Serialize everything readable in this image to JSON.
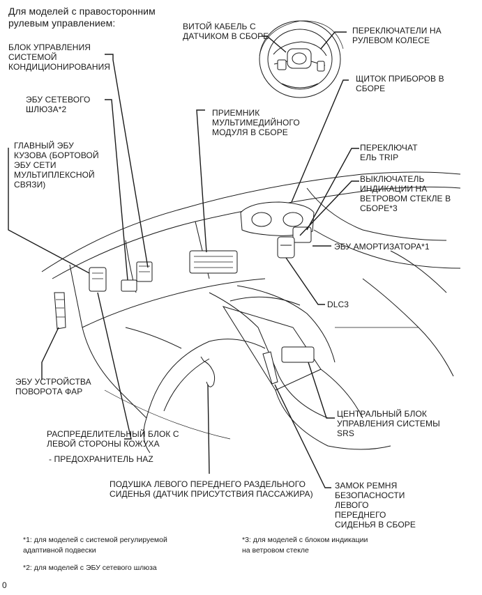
{
  "header": {
    "line1": "Для моделей с правосторонним",
    "line2": "рулевым управлением:"
  },
  "labels": {
    "spiral_cable": [
      "ВИТОЙ КАБЕЛЬ С",
      "ДАТЧИКОМ В СБОРЕ"
    ],
    "steering_switches": [
      "ПЕРЕКЛЮЧАТЕЛИ НА",
      "РУЛЕВОМ КОЛЕСЕ"
    ],
    "ac_control": [
      "БЛОК УПРАВЛЕНИЯ",
      "СИСТЕМОЙ",
      "КОНДИЦИОНИРОВАНИЯ"
    ],
    "gateway_ecu": [
      "ЭБУ СЕТЕВОГО",
      "ШЛЮЗА*2"
    ],
    "combination_meter": [
      "ЩИТОК ПРИБОРОВ В",
      "СБОРЕ"
    ],
    "multimedia_receiver": [
      "ПРИЕМНИК",
      "МУЛЬТИМЕДИЙНОГО",
      "МОДУЛЯ В СБОРЕ"
    ],
    "main_body_ecu": [
      "ГЛАВНЫЙ ЭБУ",
      "КУЗОВА (БОРТОВОЙ",
      "ЭБУ СЕТИ",
      "МУЛЬТИПЛЕКСНОЙ",
      "СВЯЗИ)"
    ],
    "trip_switch": [
      "ПЕРЕКЛЮЧАТ",
      "ЕЛЬ TRIP"
    ],
    "hud_switch": [
      "ВЫКЛЮЧАТЕЛЬ",
      "ИНДИКАЦИИ НА",
      "ВЕТРОВОМ СТЕКЛЕ В",
      "СБОРЕ*3"
    ],
    "absorber_ecu": [
      "ЭБУ АМОРТИЗАТОРА*1"
    ],
    "dlc3": [
      "DLC3"
    ],
    "headlamp_swivel_ecu": [
      "ЭБУ УСТРОЙСТВА",
      "ПОВОРОТА ФАР"
    ],
    "srs_center": [
      "ЦЕНТРАЛЬНЫЙ БЛОК",
      "УПРАВЛЕНИЯ СИСТЕМЫ",
      "SRS"
    ],
    "cowl_junction": [
      "РАСПРЕДЕЛИТЕЛЬНЫЙ БЛОК С",
      "ЛЕВОЙ СТОРОНЫ КОЖУХА"
    ],
    "haz_fuse": [
      "- ПРЕДОХРАНИТЕЛЬ HAZ"
    ],
    "seat_cushion": [
      "ПОДУШКА ЛЕВОГО ПЕРЕДНЕГО РАЗДЕЛЬНОГО",
      "СИДЕНЬЯ (ДАТЧИК ПРИСУТСТВИЯ ПАССАЖИРА)"
    ],
    "seat_belt_buckle": [
      "ЗАМОК РЕМНЯ",
      "БЕЗОПАСНОСТИ",
      "ЛЕВОГО",
      "ПЕРЕДНЕГО",
      "СИДЕНЬЯ В СБОРЕ"
    ]
  },
  "footnotes": {
    "n1": [
      "*1: для моделей с системой регулируемой",
      "адаптивной подвески"
    ],
    "n2": [
      "*2: для моделей с ЭБУ сетевого шлюза"
    ],
    "n3": [
      "*3: для моделей с блоком индикации",
      "на ветровом стекле"
    ]
  },
  "page_marker": "0"
}
